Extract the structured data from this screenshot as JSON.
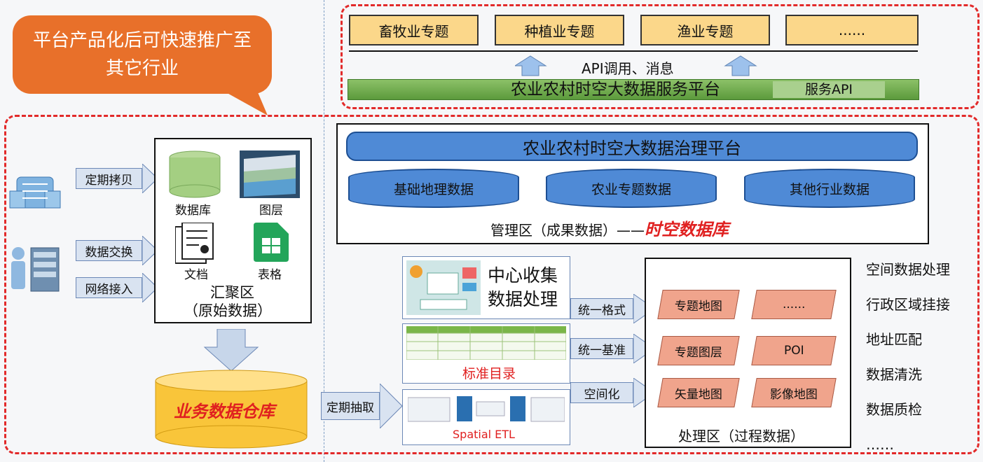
{
  "callout": "平台产品化后可快速推广至其它行业",
  "topics": [
    "畜牧业专题",
    "种植业专题",
    "渔业专题",
    "......"
  ],
  "api_label": "API调用、消息",
  "service_platform": {
    "title": "农业农村时空大数据服务平台",
    "api": "服务API"
  },
  "governance_platform": "农业农村时空大数据治理平台",
  "databases": [
    "基础地理数据",
    "农业专题数据",
    "其他行业数据"
  ],
  "management_zone": {
    "prefix": "管理区（成果数据）——",
    "emphasis": "时空数据库"
  },
  "sources": [
    {
      "arrow": "定期拷贝"
    },
    {
      "arrow": "数据交换"
    },
    {
      "arrow": "网络接入"
    }
  ],
  "aggregation": {
    "items": [
      "数据库",
      "图层",
      "文档",
      "表格"
    ],
    "title": "汇聚区",
    "subtitle": "（原始数据）"
  },
  "warehouse": "业务数据仓库",
  "extract_label": "定期抽取",
  "center": {
    "line1": "中心收集",
    "line2": "数据处理"
  },
  "catalog": {
    "title": "标准目录"
  },
  "etl": {
    "title": "Spatial ETL"
  },
  "process_arrows": [
    "统一格式",
    "统一基准",
    "空间化"
  ],
  "process_items": [
    "专题地图",
    "......",
    "专题图层",
    "POI",
    "矢量地图",
    "影像地图"
  ],
  "process_zone": "处理区（过程数据）",
  "right_list": [
    "空间数据处理",
    "行政区域挂接",
    "地址匹配",
    "数据清洗",
    "数据质检",
    "……"
  ],
  "colors": {
    "red_dash": "#e22a2a",
    "orange": "#e8702a",
    "blue": "#4f8ad6",
    "green": "#6aa84f",
    "topic": "#fbd78a",
    "salmon": "#f0a48c"
  }
}
